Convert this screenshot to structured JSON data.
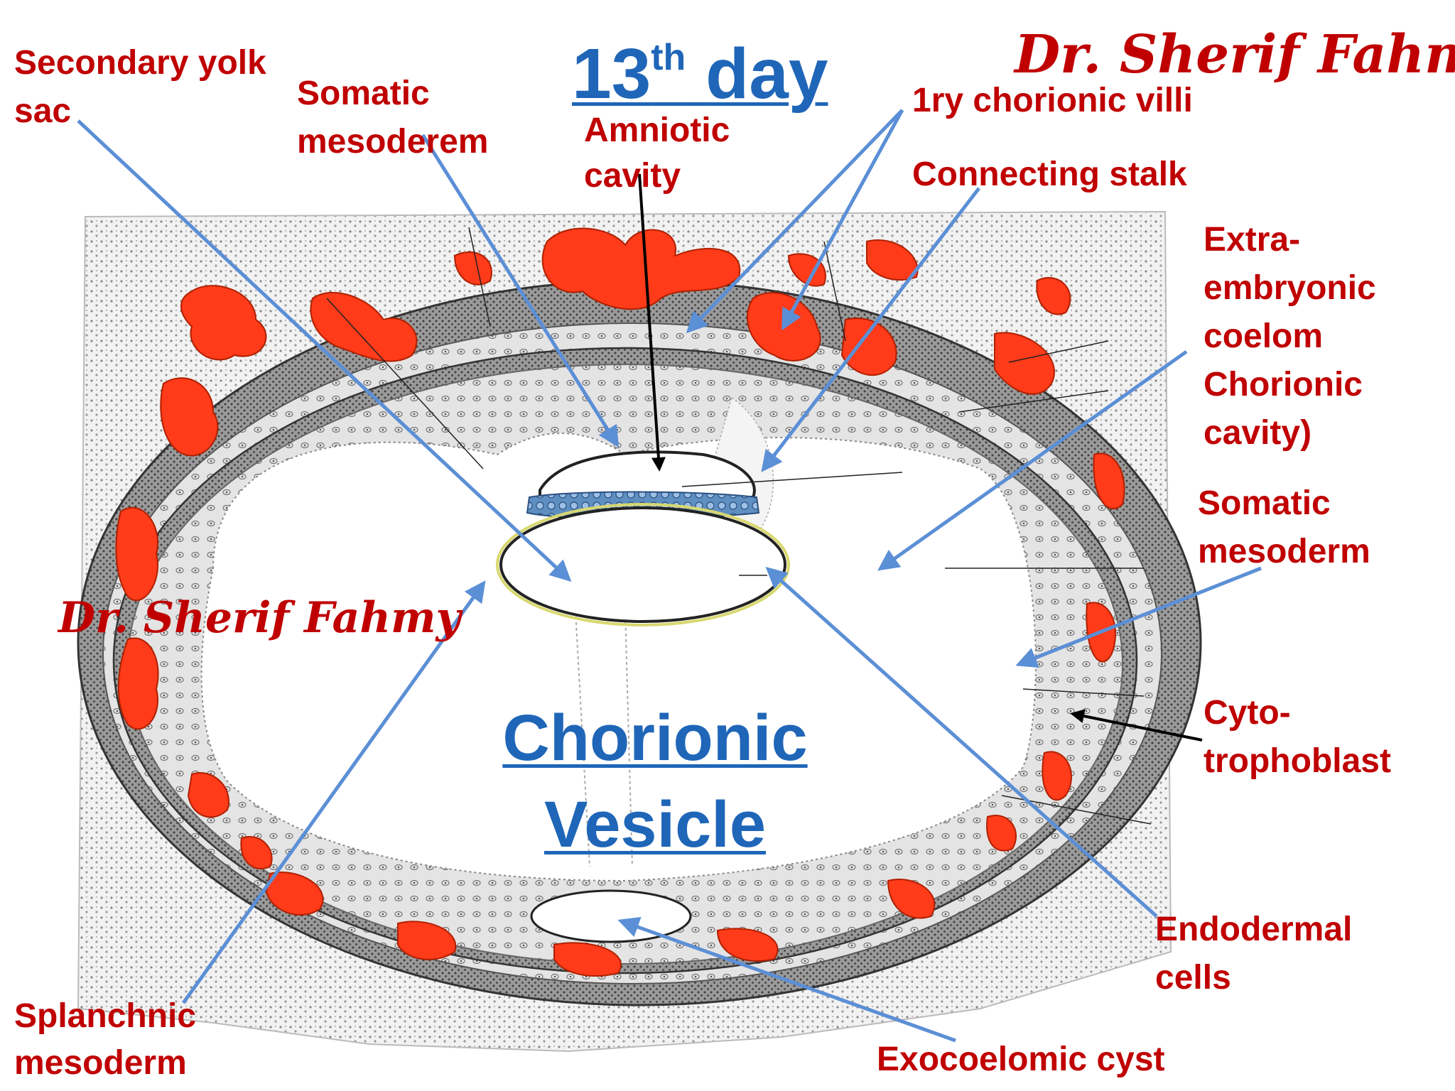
{
  "title": {
    "number": "13",
    "suffix": "th",
    "word": "day"
  },
  "watermark_top": "Dr. Sherif Fahmy",
  "watermark_left": "Dr. Sherif Fahmy",
  "center_label": {
    "line1": "Chorionic",
    "line2": "Vesicle"
  },
  "labels": {
    "secondary_yolk_sac": [
      "Secondary yolk",
      "sac"
    ],
    "somatic_mesoderem": [
      "Somatic",
      "mesoderem"
    ],
    "amniotic_cavity": [
      "Amniotic",
      "cavity"
    ],
    "chorionic_villi": [
      "1ry chorionic villi"
    ],
    "connecting_stalk": [
      "Connecting stalk"
    ],
    "extraembryonic_coelom": [
      "Extra-",
      "embryonic",
      "coelom",
      "Chorionic",
      "cavity)"
    ],
    "somatic_mesoderm_right": [
      "Somatic",
      "mesoderm"
    ],
    "cytotrophoblast": [
      "Cyto-",
      "trophoblast"
    ],
    "endodermal_cells": [
      "Endodermal",
      "cells"
    ],
    "exocoelomic_cyst": [
      "Exocoelomic cyst"
    ],
    "splanchnic_mesoderm": [
      "Splanchnic",
      "mesoderm"
    ]
  },
  "colors": {
    "label_red": "#c00000",
    "title_blue": "#1f66b8",
    "arrow_blue": "#5b8fd6",
    "syncytio_red": "#ff3b1a",
    "tissue_gray": "#7a7a7a",
    "cell_blue": "#5e8fc0",
    "yolk_yellow": "#d8d870"
  }
}
